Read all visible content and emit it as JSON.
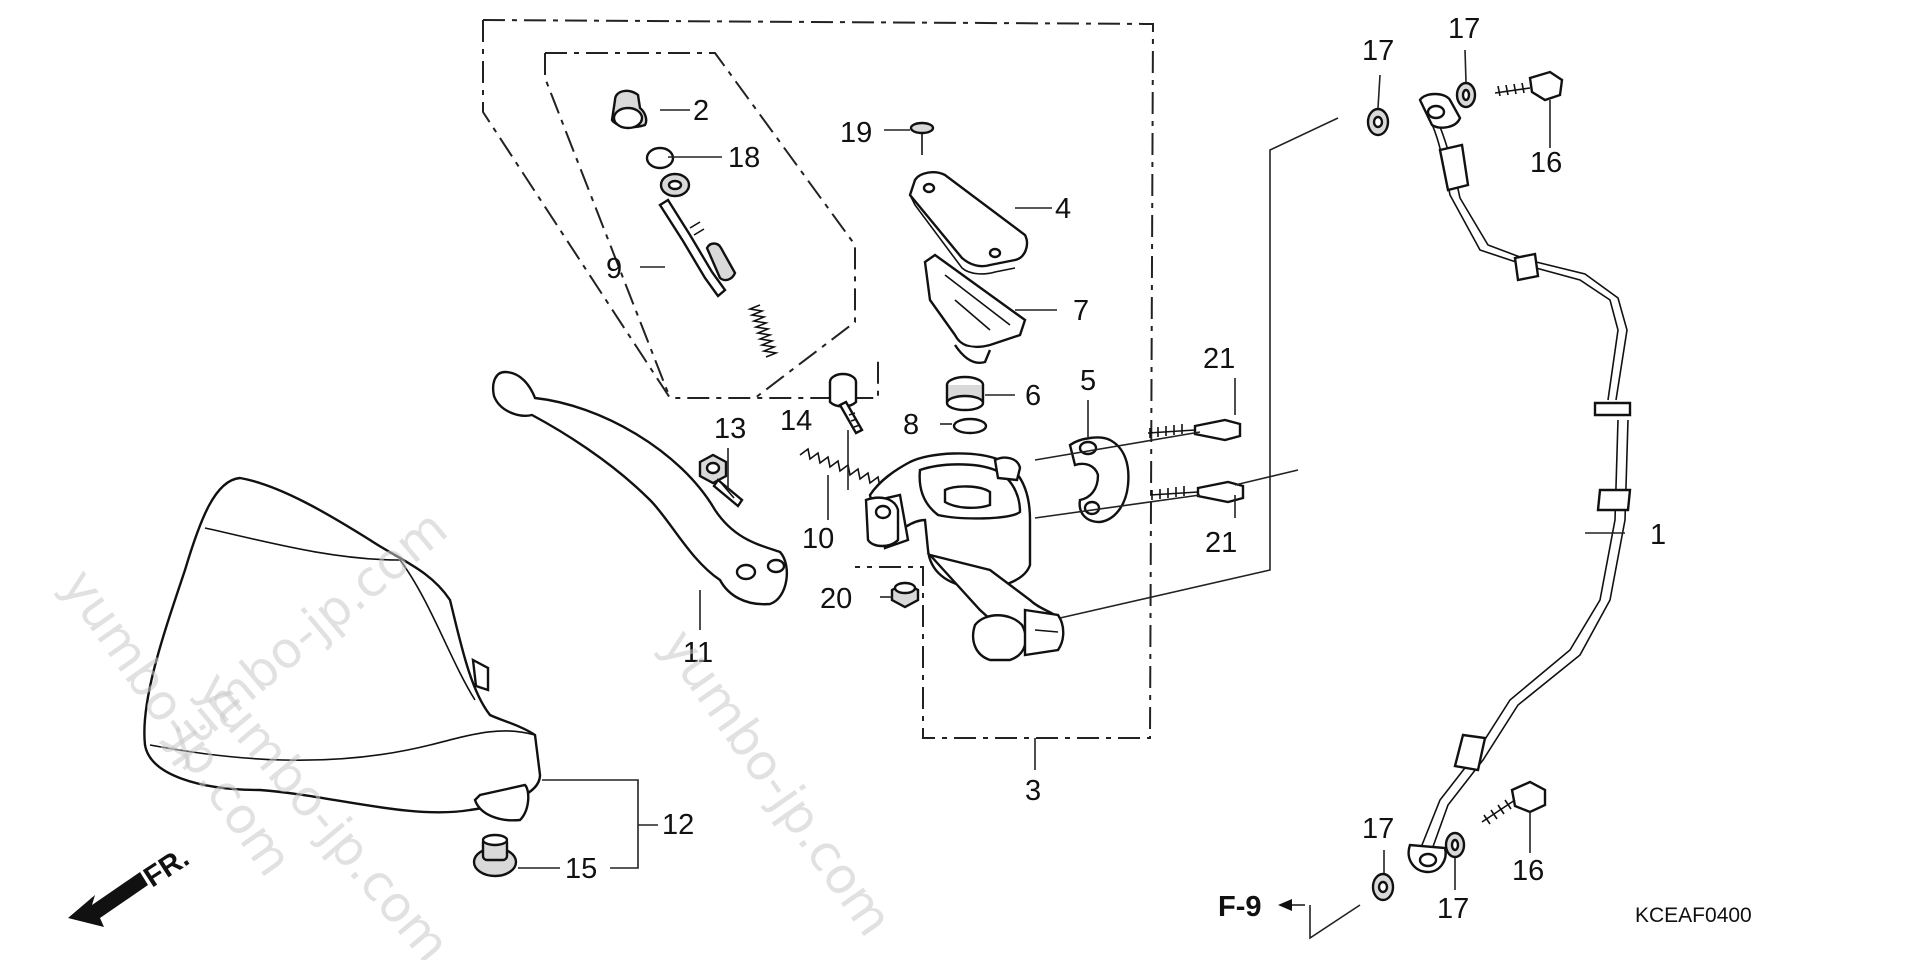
{
  "callouts": {
    "c1": "1",
    "c2": "2",
    "c3": "3",
    "c4": "4",
    "c5": "5",
    "c6": "6",
    "c7": "7",
    "c8": "8",
    "c9": "9",
    "c10": "10",
    "c11": "11",
    "c12": "12",
    "c13": "13",
    "c14": "14",
    "c15": "15",
    "c16a": "16",
    "c16b": "16",
    "c17a": "17",
    "c17b": "17",
    "c17c": "17",
    "c17d": "17",
    "c18": "18",
    "c19": "19",
    "c20": "20",
    "c21a": "21",
    "c21b": "21"
  },
  "reference": "F-9",
  "direction_label": "FR.",
  "diagram_code": "KCEAF0400",
  "watermarks": [
    "yumbo-jp.com",
    "yumbo-jp.com",
    "yumbo-jp.com",
    "yumbo-jp.com"
  ]
}
